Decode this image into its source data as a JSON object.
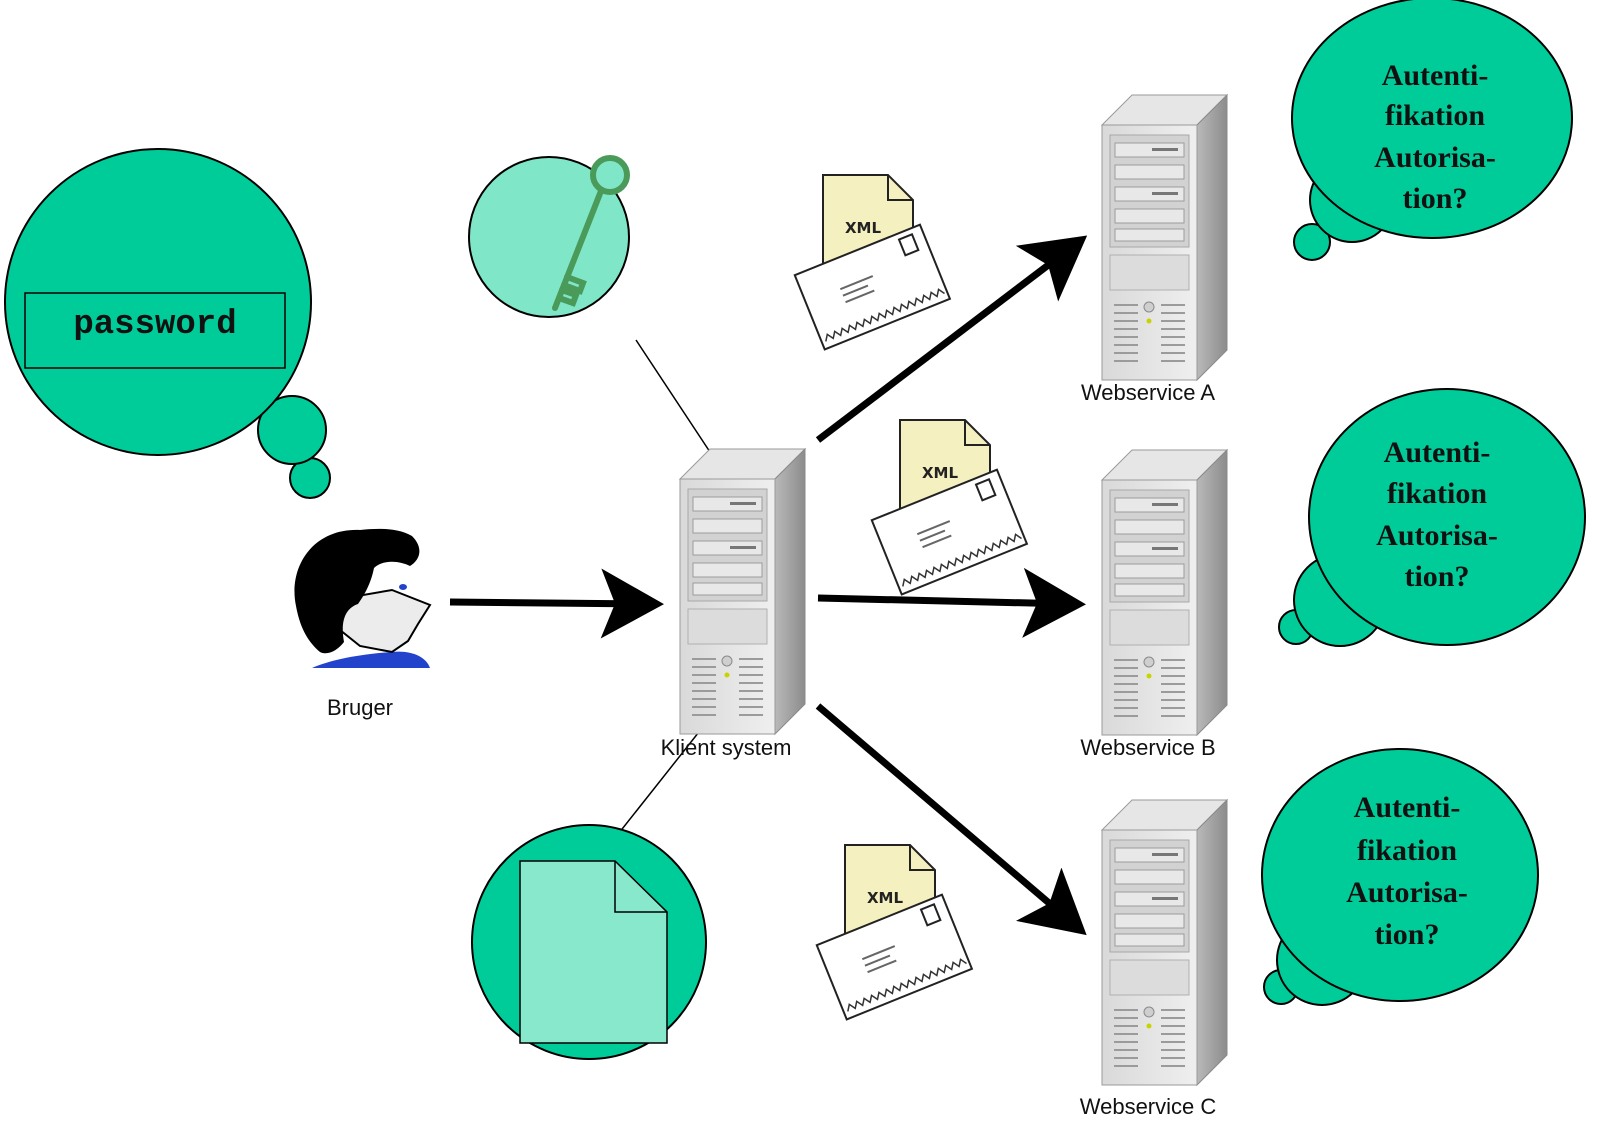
{
  "user": {
    "label": "Bruger"
  },
  "password_bubble": {
    "text": "password"
  },
  "client": {
    "label": "Klient system"
  },
  "webservices": [
    {
      "label": "Webservice A"
    },
    {
      "label": "Webservice B"
    },
    {
      "label": "Webservice C"
    }
  ],
  "auth_bubbles": [
    {
      "lines": [
        "Autenti-",
        "fikation",
        "Autorisa-",
        "tion?"
      ]
    },
    {
      "lines": [
        "Autenti-",
        "fikation",
        "Autorisa-",
        "tion?"
      ]
    },
    {
      "lines": [
        "Autenti-",
        "fikation",
        "Autorisa-",
        "tion?"
      ]
    }
  ],
  "xml_messages": [
    {
      "label": "XML"
    },
    {
      "label": "XML"
    },
    {
      "label": "XML"
    }
  ],
  "icons": {
    "key": "key-icon",
    "document": "document-icon",
    "server": "server-icon",
    "person": "person-icon",
    "envelope": "envelope-icon"
  },
  "colors": {
    "bubble_green": "#00cc99",
    "key_circle": "#80e6c8",
    "document_fill": "#88e8cc",
    "xml_paper": "#f5f0c0",
    "arrow": "#000000"
  }
}
